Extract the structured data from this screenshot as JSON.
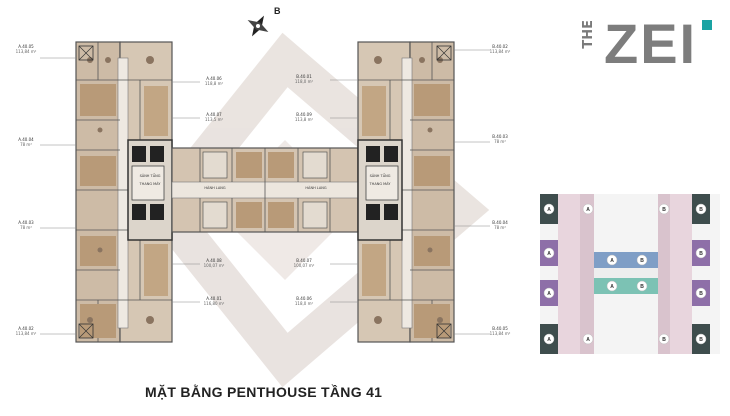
{
  "page": {
    "title": "MẶT BẰNG PENTHOUSE TẦNG 41",
    "logo_the": "THE",
    "logo_zei": "ZEI",
    "compass": "B"
  },
  "colors": {
    "wall": "#444444",
    "floor": "#cbb9a4",
    "wood": "#b08e6c",
    "core": "#d9d2c8",
    "watermark": "#d6ccc6",
    "teal": "#1aa3a3",
    "mini_purple": "#8e6fa8",
    "mini_pink": "#e6d2dc",
    "mini_blue": "#7f9ec6",
    "mini_teal": "#7cc2b4",
    "mini_dark": "#3a4a4a"
  },
  "units": {
    "a4005": {
      "code": "A.40.05",
      "area": "113,84 m²"
    },
    "a4004": {
      "code": "A.40.04",
      "area": "78 m²"
    },
    "a4003": {
      "code": "A.40.03",
      "area": "78 m²"
    },
    "a4002": {
      "code": "A.40.02",
      "area": "113,84 m²"
    },
    "a4006": {
      "code": "A.40.06",
      "area": "118,8 m²"
    },
    "a4007": {
      "code": "A.40.07",
      "area": "113,5 m²"
    },
    "a4008": {
      "code": "A.40.08",
      "area": "100,07 m²"
    },
    "a4001": {
      "code": "A.40.01",
      "area": "116,80 m²"
    },
    "b4001": {
      "code": "B.40.01",
      "area": "118,0 m²"
    },
    "b4009": {
      "code": "B.40.09",
      "area": "113,8 m²"
    },
    "b4007": {
      "code": "B.40.07",
      "area": "100,07 m²"
    },
    "b4006": {
      "code": "B.40.06",
      "area": "118,0 m²"
    },
    "b4002": {
      "code": "B.40.02",
      "area": "113,84 m²"
    },
    "b4003": {
      "code": "B.40.03",
      "area": "78 m²"
    },
    "b4004": {
      "code": "B.40.04",
      "area": "78 m²"
    },
    "b4005": {
      "code": "B.40.05",
      "area": "113,84 m²"
    }
  },
  "corridor_labels": {
    "thang_left": "THANG MÁY",
    "thang_right": "THANG MÁY",
    "sanh_left": "SẢNH TẦNG",
    "sanh_right": "SẢNH TẦNG",
    "hanh_lang_l": "HÀNH LANG",
    "hanh_lang_r": "HÀNH LANG"
  },
  "mini_map": {
    "labels": [
      "A",
      "A",
      "A",
      "A",
      "A",
      "A",
      "A",
      "A",
      "B",
      "B",
      "B",
      "B",
      "B",
      "B",
      "B",
      "B"
    ]
  }
}
